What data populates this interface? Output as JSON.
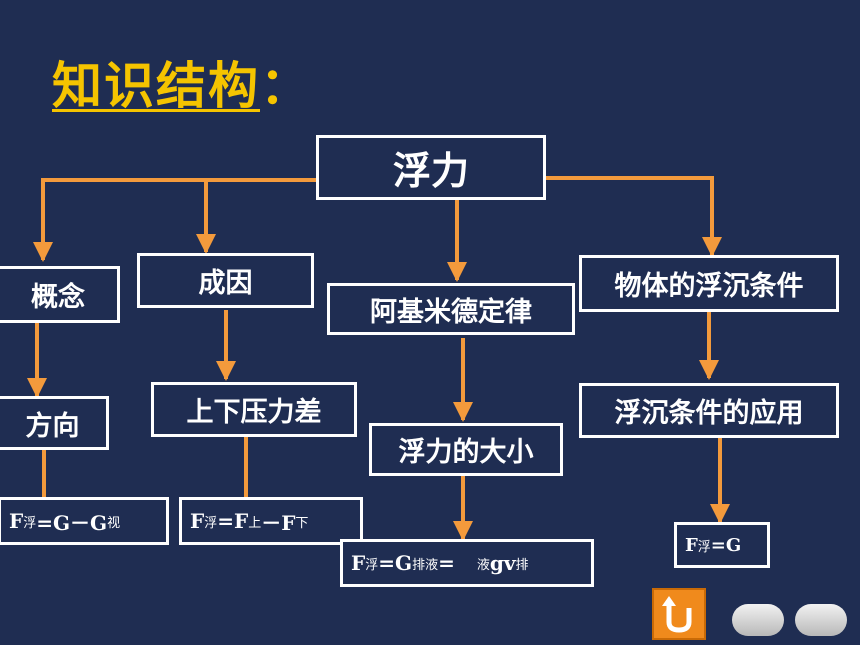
{
  "title": {
    "text": "知识结构",
    "colon": "："
  },
  "root": "浮力",
  "branches": {
    "concept": "概念",
    "direction": "方向",
    "cause": "成因",
    "pressure_diff": "上下压力差",
    "archimedes": "阿基米德定律",
    "buoyancy_size": "浮力的大小",
    "float_condition": "物体的浮沉条件",
    "condition_application": "浮沉条件的应用"
  },
  "formulas": {
    "f1": {
      "F": "F",
      "sub1": "浮",
      "eq": "=G－G",
      "sub2": "视"
    },
    "f2": {
      "F": "F",
      "sub1": "浮",
      "eq": "=F",
      "sub2": "上",
      "minus": "－F",
      "sub3": "下"
    },
    "f3": {
      "F": "F",
      "sub1": "浮",
      "eq": "=G",
      "sub2": "排液",
      "eq2": "=",
      "sub3": "液",
      "g": "gv",
      "sub4": "排"
    },
    "f4": {
      "F": "F",
      "sub1": "浮",
      "eq": "=G"
    }
  },
  "colors": {
    "background": "#1f2d52",
    "title": "#f5c400",
    "arrow": "#f39a3c",
    "box_border": "#ffffff"
  },
  "icons": {
    "return": "u-turn-arrow-icon",
    "prev": "prev-pill-icon",
    "next": "next-pill-icon"
  }
}
